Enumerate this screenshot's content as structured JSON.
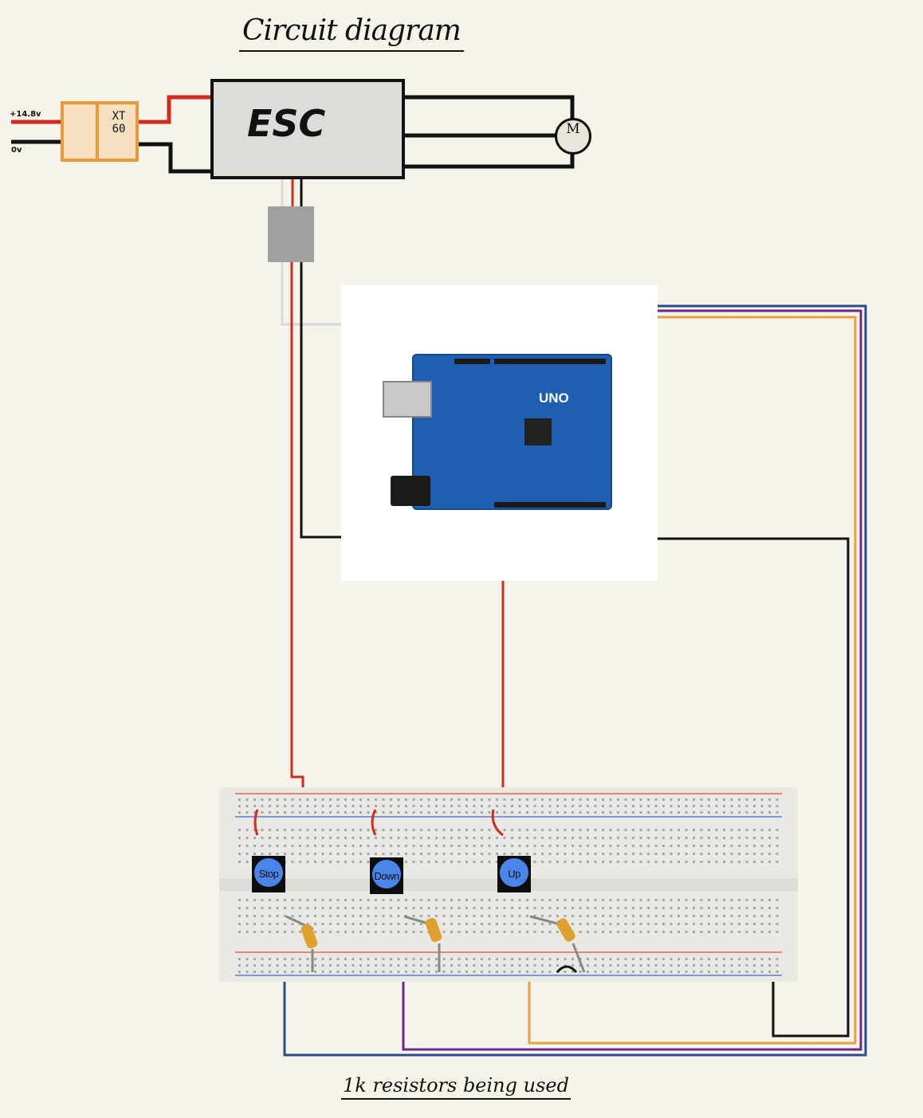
{
  "title": "Circuit diagram",
  "footer": "1k resistors being used",
  "battery": {
    "positive_label": "+14.8v",
    "ground_label": "0v"
  },
  "connector_label": "XT\n60",
  "esc_label": "ESC",
  "motor_label": "M",
  "board_label": "UNO",
  "buttons": [
    {
      "label": "Stop"
    },
    {
      "label": "Down"
    },
    {
      "label": "Up"
    }
  ],
  "colors": {
    "background": "#f6f4ea",
    "power": "#d22a1e",
    "ground": "#111111",
    "signal_white": "#d8d8d8",
    "wire_purple": "#6a2a8c",
    "wire_orange": "#e8a040",
    "wire_blue": "#2a4a8c",
    "board_blue": "#1f5fb2",
    "button_blue": "#4a86e8",
    "xt60_orange": "#e89a3a"
  }
}
